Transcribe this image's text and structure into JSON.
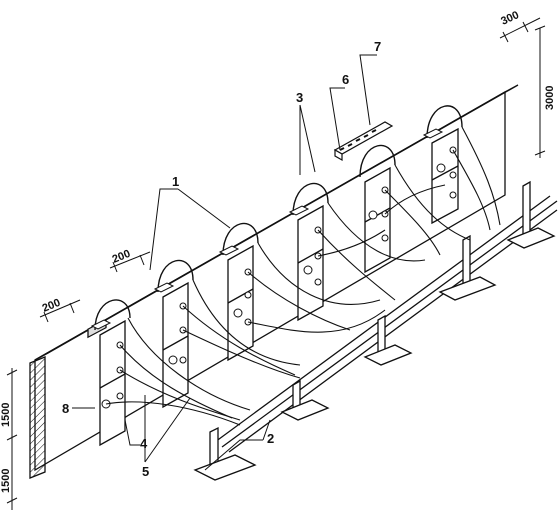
{
  "diagram": {
    "callouts": [
      "1",
      "2",
      "3",
      "4",
      "5",
      "6",
      "7",
      "8"
    ],
    "dimensions": {
      "top_300": "300",
      "height_3000": "3000",
      "width_200_left": "200",
      "width_200_mid": "200",
      "lower_1500": "1500",
      "upper_1500": "1500"
    }
  },
  "colors": {
    "line": "#111111",
    "background": "#ffffff"
  }
}
